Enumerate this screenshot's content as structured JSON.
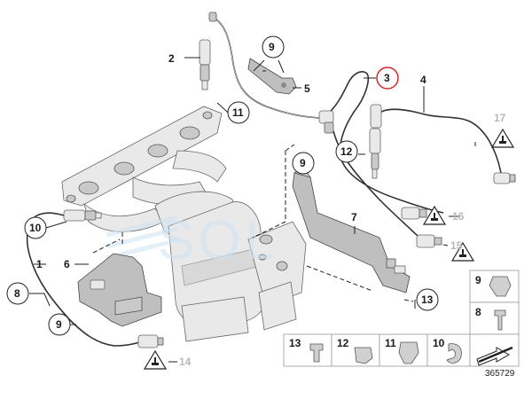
{
  "callouts": [
    {
      "id": "c2",
      "text": "2"
    },
    {
      "id": "c9a",
      "text": "9"
    },
    {
      "id": "c5",
      "text": "5"
    },
    {
      "id": "c3",
      "text": "3"
    },
    {
      "id": "c4",
      "text": "4"
    },
    {
      "id": "c11",
      "text": "11"
    },
    {
      "id": "c17",
      "text": "17"
    },
    {
      "id": "c12",
      "text": "12"
    },
    {
      "id": "c9b",
      "text": "9"
    },
    {
      "id": "c7",
      "text": "7"
    },
    {
      "id": "c16",
      "text": "16"
    },
    {
      "id": "c15",
      "text": "15"
    },
    {
      "id": "c10",
      "text": "10"
    },
    {
      "id": "c1",
      "text": "1"
    },
    {
      "id": "c6",
      "text": "6"
    },
    {
      "id": "c8",
      "text": "8"
    },
    {
      "id": "c9c",
      "text": "9"
    },
    {
      "id": "c13",
      "text": "13"
    },
    {
      "id": "c14",
      "text": "14"
    }
  ],
  "legend": {
    "side": [
      "9",
      "8"
    ],
    "bottom": [
      "13",
      "12",
      "11",
      "10"
    ]
  },
  "watermark": "SOL",
  "document_number": "365729",
  "colors": {
    "highlight_circle": "#d9262b",
    "watermark": "#cfe3f1",
    "greyed_label": "#b8b8b8"
  }
}
